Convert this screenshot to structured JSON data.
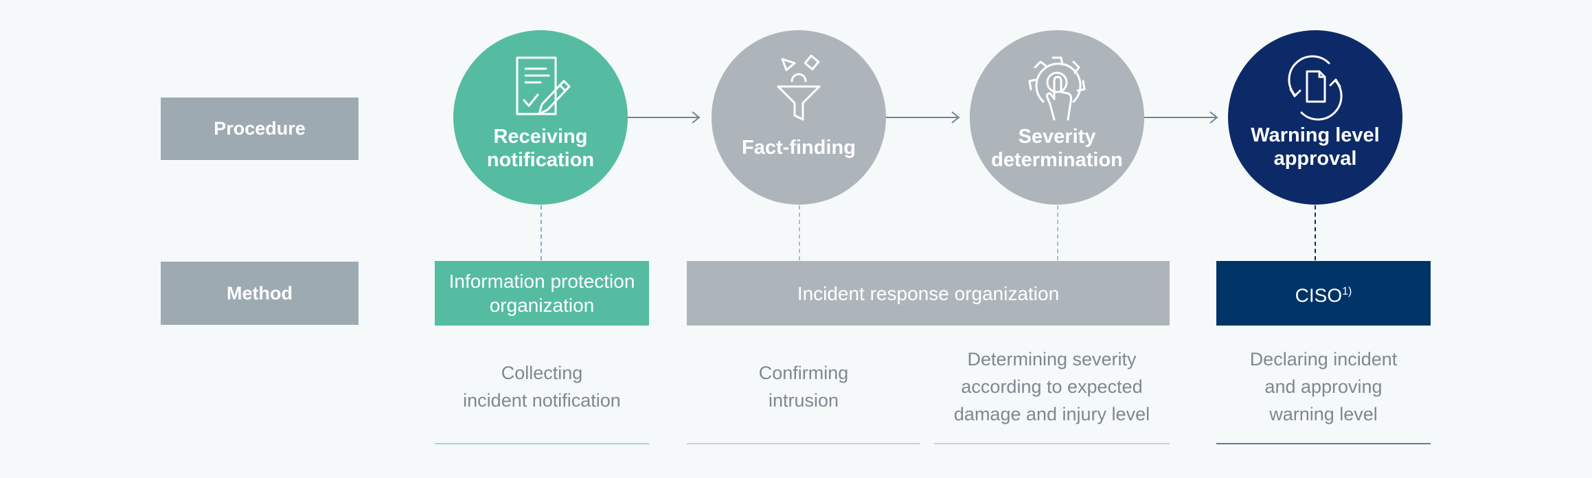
{
  "rows": {
    "procedure_label": "Procedure",
    "method_label": "Method"
  },
  "steps": [
    {
      "title": "Receiving\nnotification",
      "icon": "document-check-pen-icon",
      "color": "#55bca1"
    },
    {
      "title": "Fact-finding",
      "icon": "funnel-icon",
      "color": "#adb5bb"
    },
    {
      "title": "Severity\ndetermination",
      "icon": "gear-touch-icon",
      "color": "#adb5bb"
    },
    {
      "title": "Warning level\napproval",
      "icon": "document-cycle-icon",
      "color": "#0d2a68"
    }
  ],
  "methods": [
    {
      "label": "Information protection\norganization",
      "color": "#55bca1"
    },
    {
      "label": "Incident response organization",
      "color": "#adb5bb"
    },
    {
      "label": "CISO",
      "superscript": "1)",
      "color": "#003366"
    }
  ],
  "descriptions": [
    "Collecting\nincident notification",
    "Confirming\nintrusion",
    "Determining severity\naccording to expected\ndamage and injury level",
    "Declaring incident\nand approving\nwarning level"
  ],
  "colors": {
    "green": "#55bca1",
    "gray": "#adb5bb",
    "navy": "#0d2a68",
    "label_gray": "#9eaab2",
    "connector": "#6f8796"
  }
}
